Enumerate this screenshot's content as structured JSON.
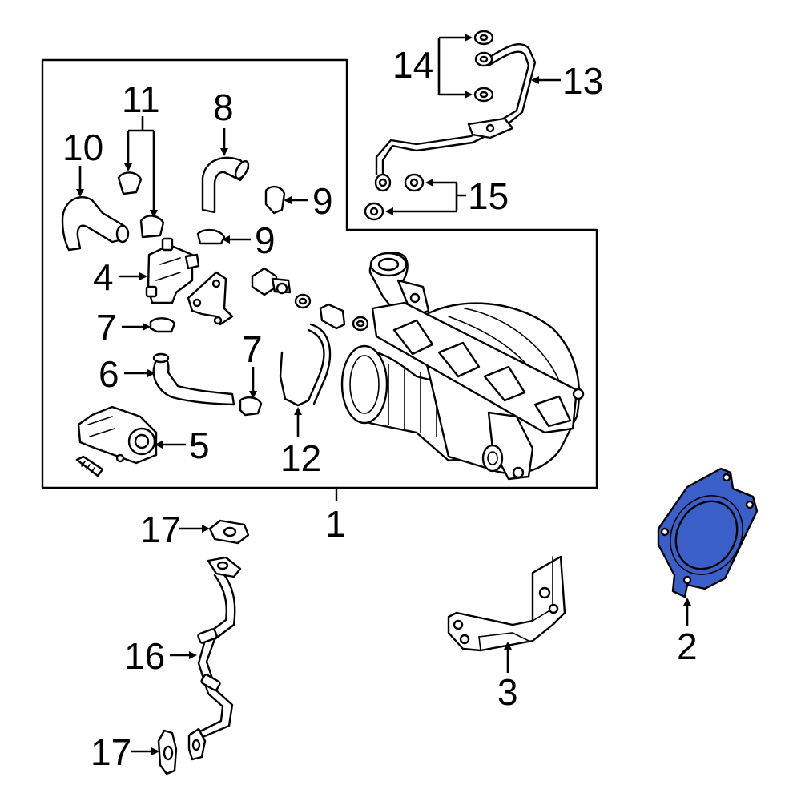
{
  "diagram": {
    "highlight_color": "#3a5fc8",
    "callouts": [
      {
        "id": "1",
        "text": "1"
      },
      {
        "id": "2",
        "text": "2"
      },
      {
        "id": "3",
        "text": "3"
      },
      {
        "id": "4",
        "text": "4"
      },
      {
        "id": "5",
        "text": "5"
      },
      {
        "id": "6",
        "text": "6"
      },
      {
        "id": "7a",
        "text": "7"
      },
      {
        "id": "7b",
        "text": "7"
      },
      {
        "id": "8",
        "text": "8"
      },
      {
        "id": "9a",
        "text": "9"
      },
      {
        "id": "9b",
        "text": "9"
      },
      {
        "id": "10",
        "text": "10"
      },
      {
        "id": "11",
        "text": "11"
      },
      {
        "id": "12",
        "text": "12"
      },
      {
        "id": "13",
        "text": "13"
      },
      {
        "id": "14",
        "text": "14"
      },
      {
        "id": "15",
        "text": "15"
      },
      {
        "id": "16",
        "text": "16"
      },
      {
        "id": "17a",
        "text": "17"
      },
      {
        "id": "17b",
        "text": "17"
      }
    ]
  }
}
